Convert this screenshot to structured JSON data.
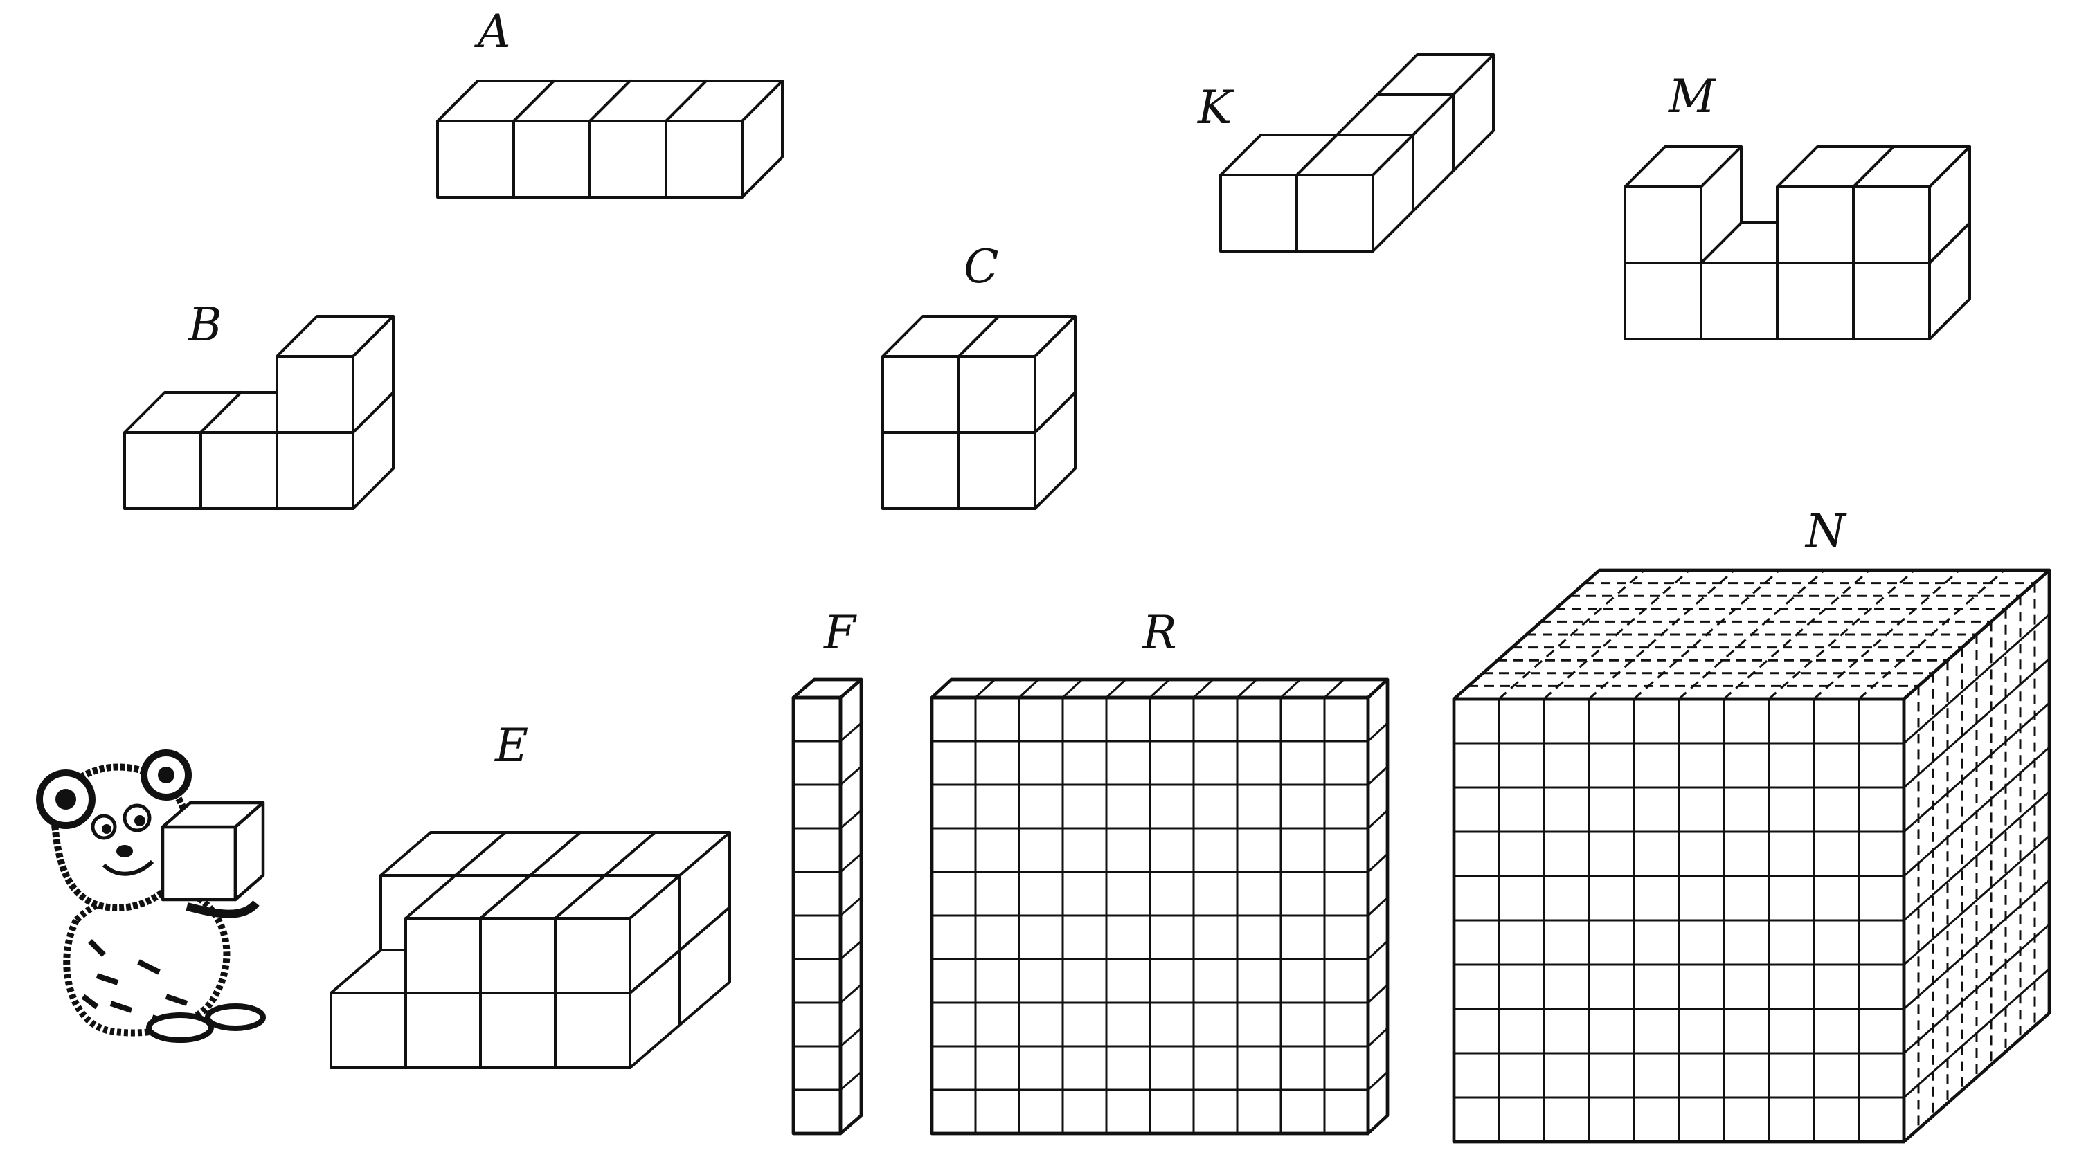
{
  "figures": [
    {
      "id": "A",
      "label": "A",
      "description_cells": 4
    },
    {
      "id": "B",
      "label": "B"
    },
    {
      "id": "C",
      "label": "C"
    },
    {
      "id": "K",
      "label": "K"
    },
    {
      "id": "M",
      "label": "M"
    },
    {
      "id": "E",
      "label": "E"
    },
    {
      "id": "F",
      "label": "F"
    },
    {
      "id": "R",
      "label": "R"
    },
    {
      "id": "N",
      "label": "N"
    }
  ],
  "colors": {
    "ink": "#111111",
    "paper": "#ffffff"
  },
  "icons": {
    "mascot": "bear-holding-cube-icon"
  }
}
